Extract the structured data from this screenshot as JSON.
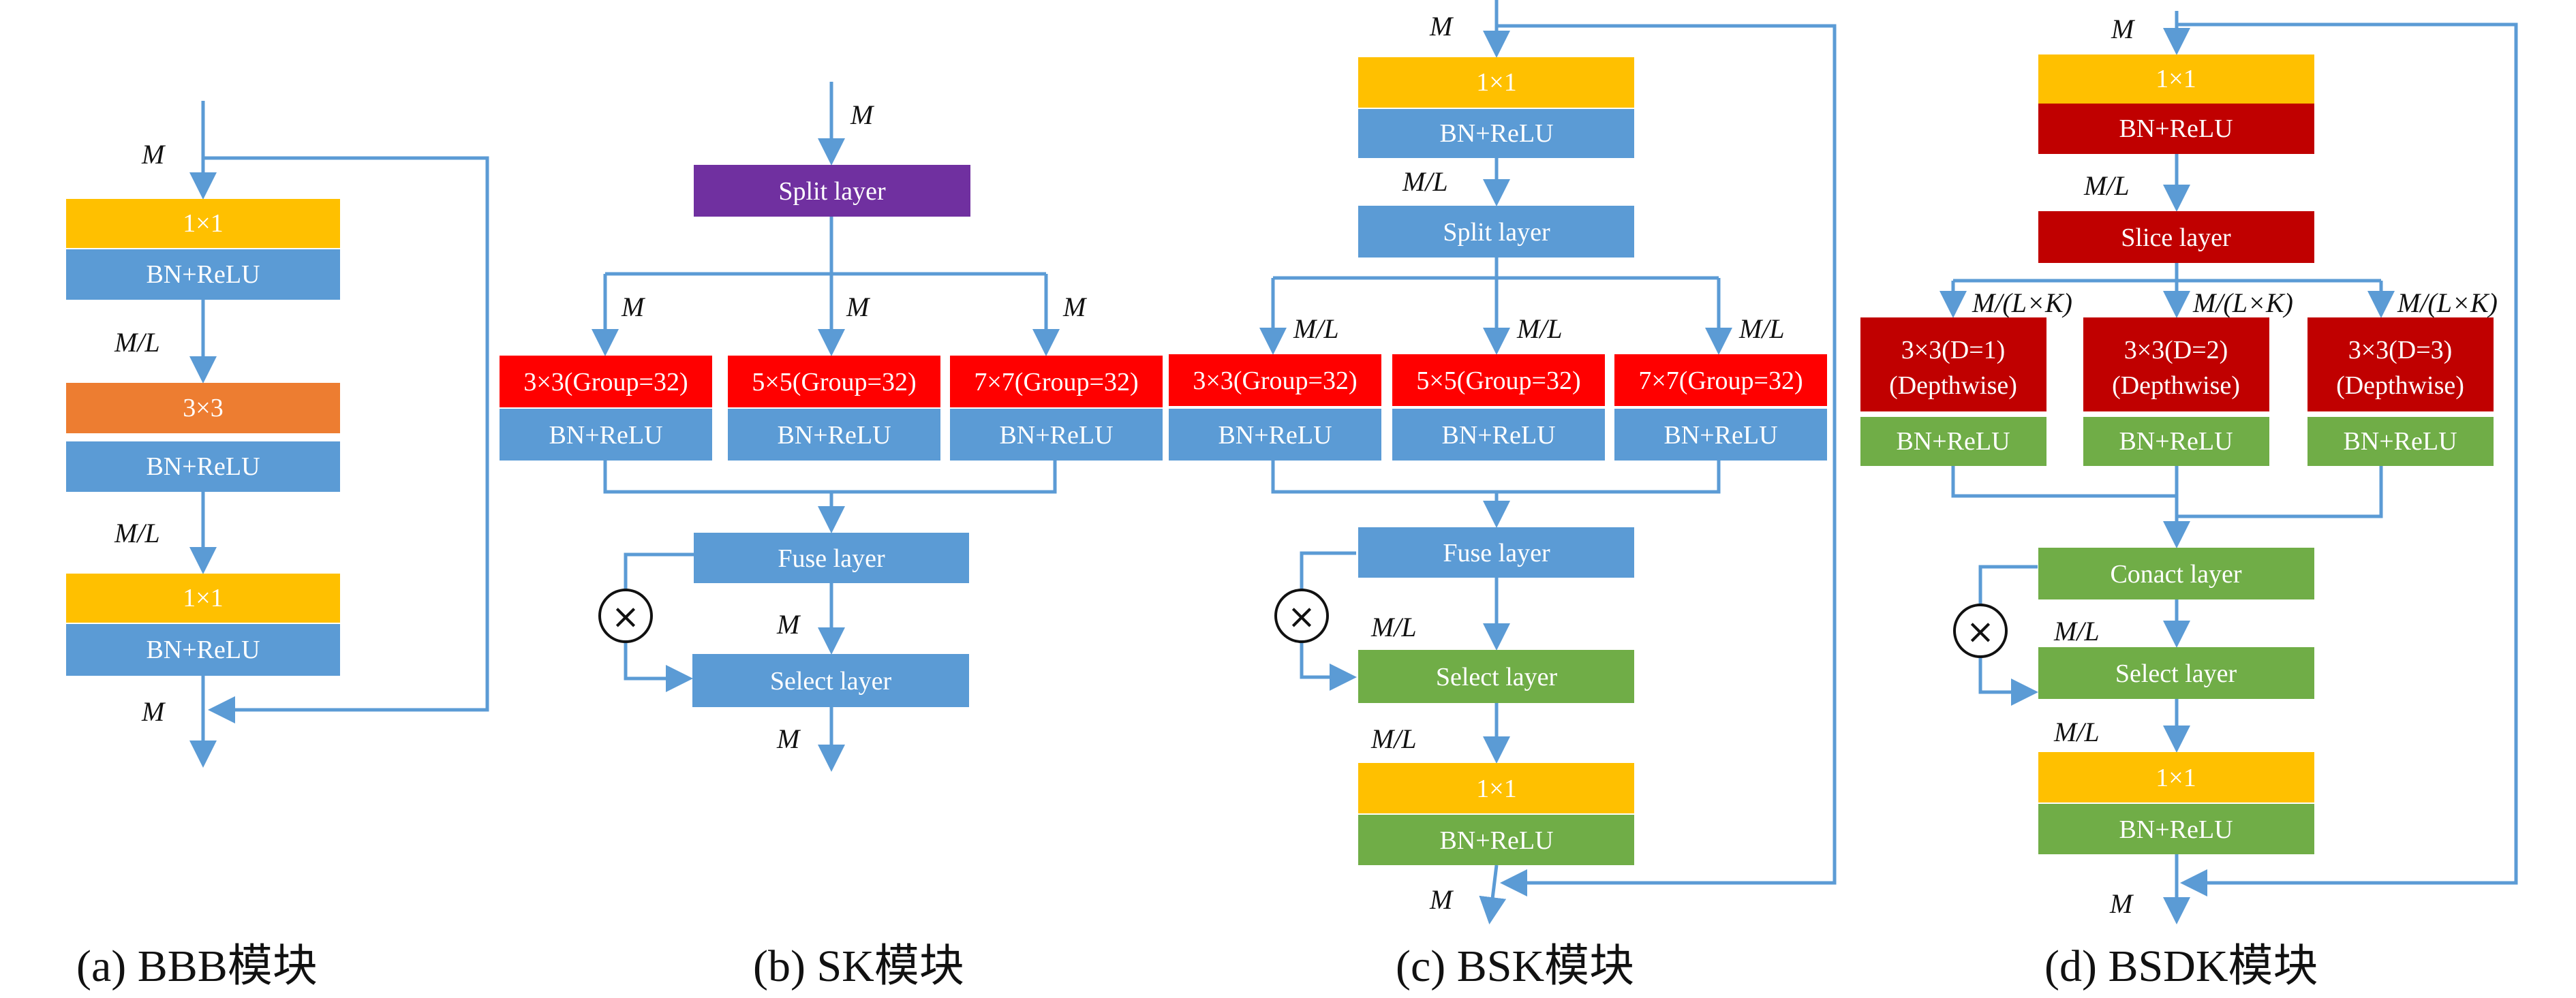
{
  "colors": {
    "yellow": "#ffc000",
    "blue": "#5b9bd5",
    "orange": "#ed7d31",
    "purple": "#7030a0",
    "red": "#ff0000",
    "darkred": "#c00000",
    "green": "#70ad47",
    "line": "#5b9bd5"
  },
  "captions": {
    "a": "(a) BBB模块",
    "b": "(b) SK模块",
    "c": "(c) BSK模块",
    "d": "(d) BSDK模块"
  },
  "panel_a": {
    "m_top": "M",
    "conv1": "1×1",
    "bn1": "BN+ReLU",
    "ml1": "M/L",
    "conv2": "3×3",
    "bn2": "BN+ReLU",
    "ml2": "M/L",
    "conv3": "1×1",
    "bn3": "BN+ReLU",
    "m_bottom": "M"
  },
  "panel_b": {
    "m_top": "M",
    "split": "Split layer",
    "m1": "M",
    "m2": "M",
    "m3": "M",
    "conv1": "3×3(Group=32)",
    "conv2": "5×5(Group=32)",
    "conv3": "7×7(Group=32)",
    "bn1": "BN+ReLU",
    "bn2": "BN+ReLU",
    "bn3": "BN+ReLU",
    "fuse": "Fuse layer",
    "m_mid": "M",
    "select": "Select layer",
    "m_bottom": "M",
    "times": "×"
  },
  "panel_c": {
    "m_top": "M",
    "conv_in": "1×1",
    "bn_in": "BN+ReLU",
    "ml_split": "M/L",
    "split": "Split layer",
    "ml1": "M/L",
    "ml2": "M/L",
    "ml3": "M/L",
    "conv1": "3×3(Group=32)",
    "conv2": "5×5(Group=32)",
    "conv3": "7×7(Group=32)",
    "bn1": "BN+ReLU",
    "bn2": "BN+ReLU",
    "bn3": "BN+ReLU",
    "fuse": "Fuse layer",
    "ml_sel": "M/L",
    "select": "Select layer",
    "ml_out": "M/L",
    "conv_out": "1×1",
    "bn_out": "BN+ReLU",
    "m_bottom": "M",
    "times": "×"
  },
  "panel_d": {
    "m_top": "M",
    "conv_in": "1×1",
    "bn_in": "BN+ReLU",
    "ml_slice": "M/L",
    "slice": "Slice layer",
    "mlk1": "M/(L×K)",
    "mlk2": "M/(L×K)",
    "mlk3": "M/(L×K)",
    "dw1_a": "3×3(D=1)",
    "dw1_b": "(Depthwise)",
    "dw2_a": "3×3(D=2)",
    "dw2_b": "(Depthwise)",
    "dw3_a": "3×3(D=3)",
    "dw3_b": "(Depthwise)",
    "bn1": "BN+ReLU",
    "bn2": "BN+ReLU",
    "bn3": "BN+ReLU",
    "concat": "Conact layer",
    "ml_sel": "M/L",
    "select": "Select layer",
    "ml_out": "M/L",
    "conv_out": "1×1",
    "bn_out": "BN+ReLU",
    "m_bottom": "M",
    "times": "×"
  }
}
